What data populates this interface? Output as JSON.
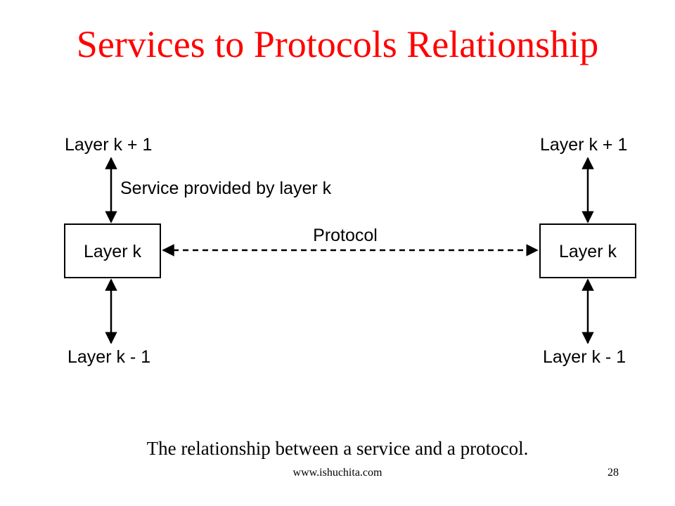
{
  "slide": {
    "title": "Services to Protocols Relationship",
    "caption": "The relationship between a service and a protocol.",
    "footer_url": "www.ishuchita.com",
    "page_number": "28",
    "title_color": "#ff0000"
  },
  "diagram": {
    "left_stack": {
      "upper_layer": "Layer k + 1",
      "layer": "Layer k",
      "lower_layer": "Layer k - 1",
      "service_label": "Service provided by layer k"
    },
    "right_stack": {
      "upper_layer": "Layer k + 1",
      "layer": "Layer k",
      "lower_layer": "Layer k - 1"
    },
    "protocol_label": "Protocol"
  }
}
